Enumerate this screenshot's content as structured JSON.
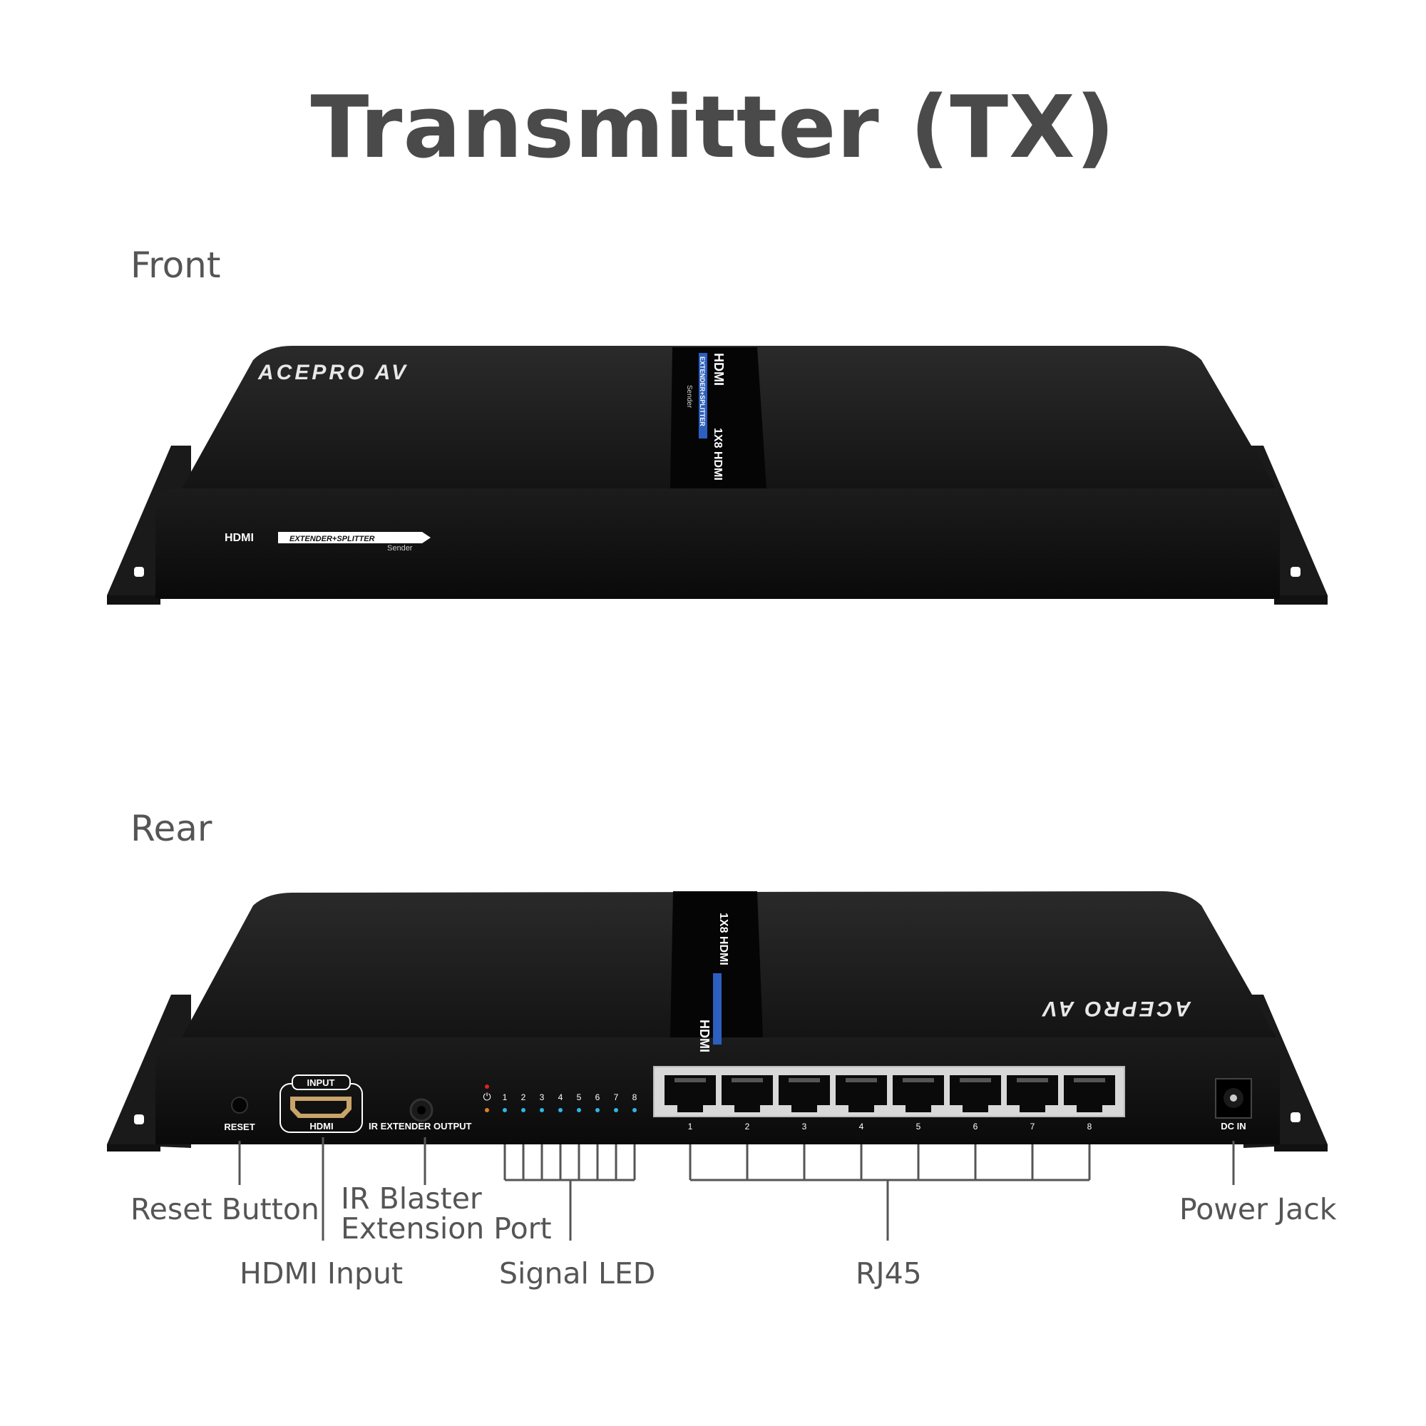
{
  "title": "Transmitter (TX)",
  "sections": {
    "front": "Front",
    "rear": "Rear"
  },
  "device": {
    "brand": "ACEPRO AV",
    "front_badge": {
      "hdmi": "HDMI",
      "product": "EXTENDER+SPLITTER",
      "role": "Sender"
    },
    "top_strip": {
      "hdmi": "HDMI",
      "model": "1X8 HDMI",
      "product": "EXTENDER+SPLITTER",
      "role": "Sender"
    },
    "rear_panel": {
      "reset": "RESET",
      "hdmi_top": "INPUT",
      "hdmi_bottom": "HDMI",
      "ir": "IR EXTENDER OUTPUT",
      "led_power_symbol": "⏻",
      "led_numbers": [
        "1",
        "2",
        "3",
        "4",
        "5",
        "6",
        "7",
        "8"
      ],
      "port_numbers": [
        "1",
        "2",
        "3",
        "4",
        "5",
        "6",
        "7",
        "8"
      ],
      "dc_in": "DC IN"
    },
    "colors": {
      "body": "#141414",
      "led_power": "#e02020",
      "led_status": "#e08020",
      "led_signal": "#2fb6e6"
    }
  },
  "callouts": {
    "reset": "Reset Button",
    "hdmi_input": "HDMI Input",
    "ir_line1": "IR Blaster",
    "ir_line2": "Extension Port",
    "signal_led": "Signal LED",
    "rj45": "RJ45",
    "power": "Power Jack"
  }
}
